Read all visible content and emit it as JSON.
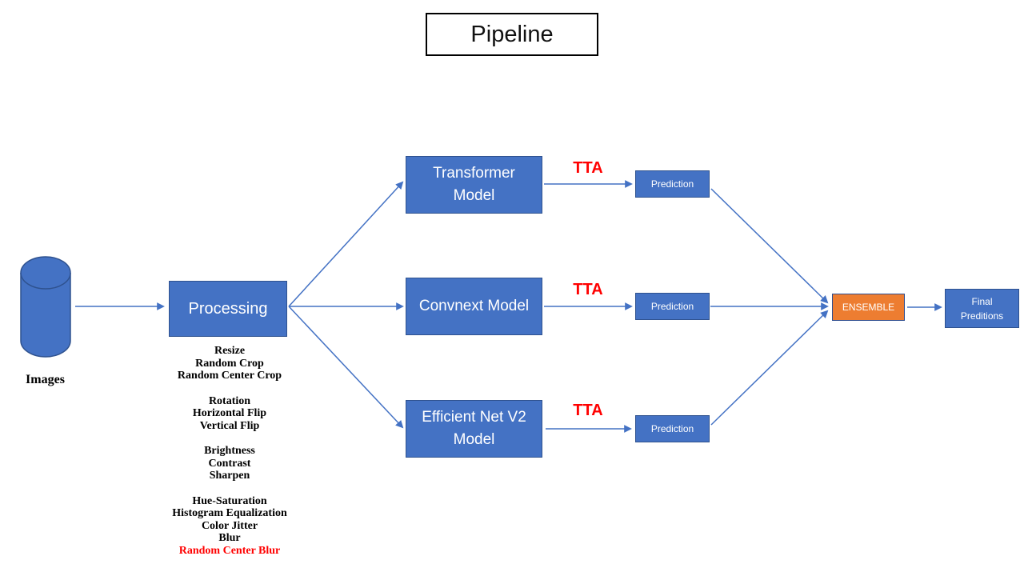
{
  "title": {
    "label": "Pipeline"
  },
  "colors": {
    "node_blue": "#4472C4",
    "node_border": "#2F528F",
    "ensemble_orange": "#ED7D31",
    "ensemble_border": "#2E4D8F",
    "arrow_blue": "#4472C4",
    "highlight_red": "#FF0000"
  },
  "source": {
    "label": "Images"
  },
  "processing": {
    "label": "Processing",
    "augmentations": [
      [
        "Resize",
        "Random Crop",
        "Random Center Crop"
      ],
      [
        "Rotation",
        "Horizontal Flip",
        "Vertical Flip"
      ],
      [
        "Brightness",
        "Contrast",
        "Sharpen"
      ],
      [
        "Hue-Saturation",
        "Histogram Equalization",
        "Color Jitter",
        "Blur",
        "Random Center Blur"
      ]
    ]
  },
  "rows": [
    {
      "model_label": "Transformer Model",
      "tta_label": "TTA",
      "prediction_label": "Prediction"
    },
    {
      "model_label": "Convnext Model",
      "tta_label": "TTA",
      "prediction_label": "Prediction"
    },
    {
      "model_label": "Efficient Net V2 Model",
      "tta_label": "TTA",
      "prediction_label": "Prediction"
    }
  ],
  "ensemble": {
    "label": "ENSEMBLE"
  },
  "final": {
    "label": "Final Preditions"
  }
}
